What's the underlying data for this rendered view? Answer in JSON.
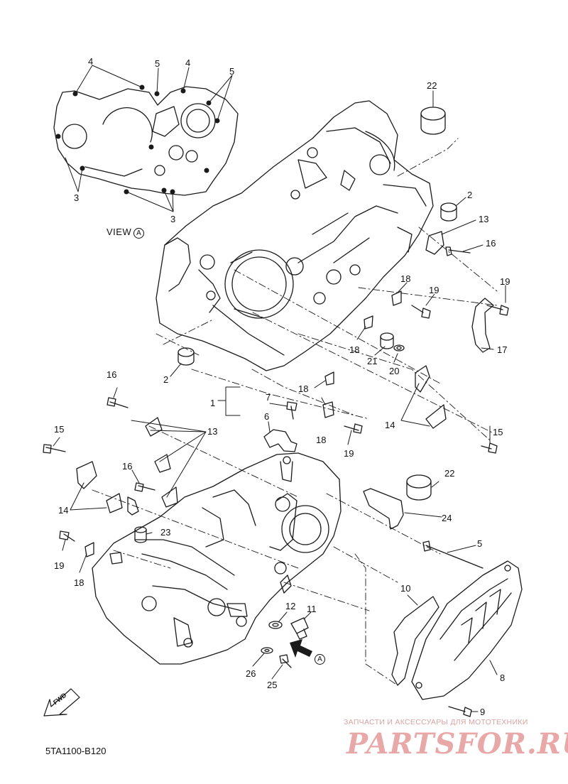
{
  "diagram": {
    "view_label": "VIEW",
    "view_letter": "A",
    "arrow_letter": "A",
    "part_code": "5TA1100-B120",
    "fwd_label": "FWD",
    "callouts": {
      "c4a": "4",
      "c5a": "5",
      "c4b": "4",
      "c5b": "5",
      "c3a": "3",
      "c3b": "3",
      "c22a": "22",
      "c2a": "2",
      "c13a": "13",
      "c16a": "16",
      "c18a": "18",
      "c19a": "19",
      "c19b": "19",
      "c17": "17",
      "c18b": "18",
      "c21": "21",
      "c20": "20",
      "c2b": "2",
      "c18c": "18",
      "c7": "7",
      "c6": "6",
      "c1": "1",
      "c16b": "16",
      "c13b": "13",
      "c15a": "15",
      "c16c": "16",
      "c14a": "14",
      "c18d": "18",
      "c19c": "19",
      "c14b": "14",
      "c15b": "15",
      "c22b": "22",
      "c24": "24",
      "c23": "23",
      "c19d": "19",
      "c18e": "18",
      "c5c": "5",
      "c10": "10",
      "c12": "12",
      "c11": "11",
      "c26": "26",
      "c25": "25",
      "c8": "8",
      "c9": "9"
    }
  },
  "watermark": {
    "tagline": "ЗАПЧАСТИ И АКСЕССУАРЫ ДЛЯ МОТОТЕХНИКИ",
    "brand": "PARTSFOR.RU"
  }
}
